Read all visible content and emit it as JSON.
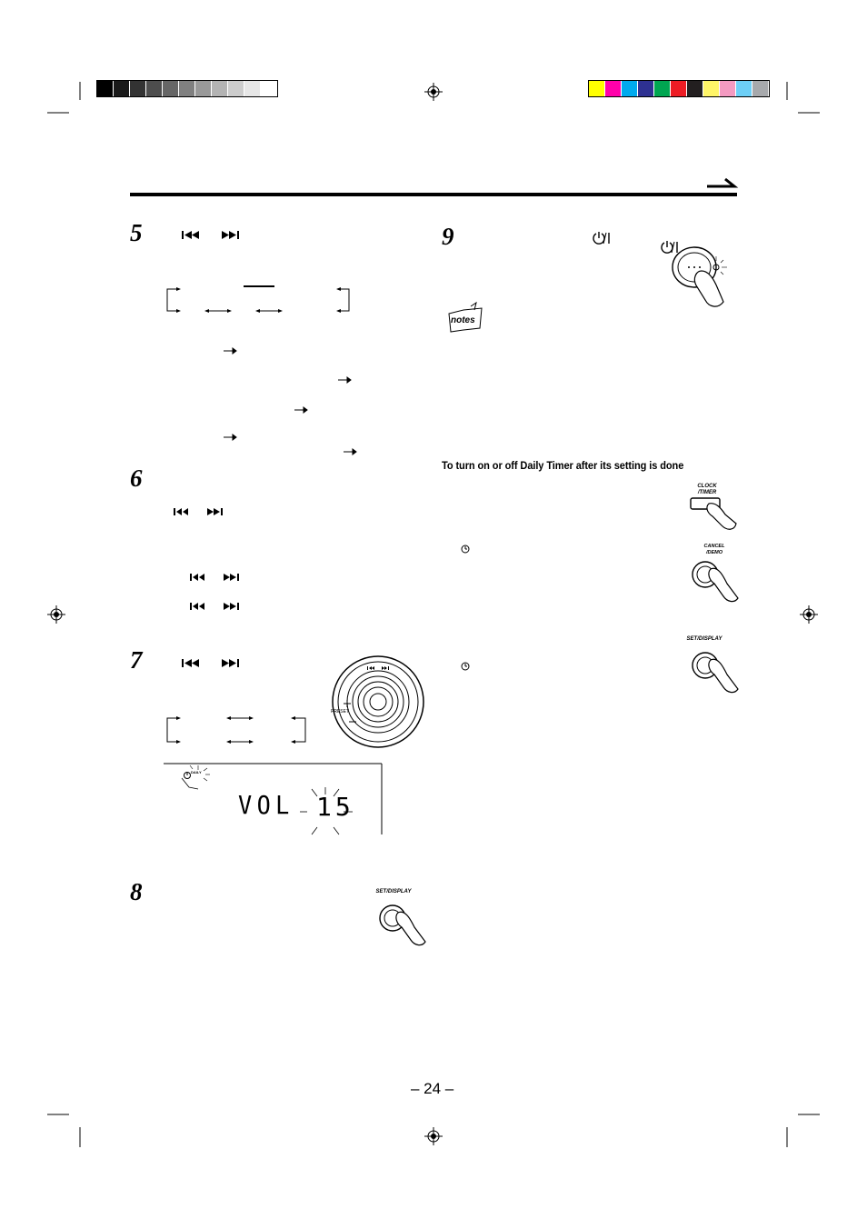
{
  "colors": {
    "gray_bar": [
      "#000000",
      "#1a1a1a",
      "#333333",
      "#4d4d4d",
      "#666666",
      "#808080",
      "#999999",
      "#b3b3b3",
      "#cccccc",
      "#e6e6e6",
      "#ffffff"
    ],
    "color_bar": [
      "#ffff00",
      "#ff00aa",
      "#00aaee",
      "#2e3192",
      "#00a651",
      "#ed1c24",
      "#231f20",
      "#fff568",
      "#f49ac1",
      "#6dcff6",
      "#a7a9ac"
    ]
  },
  "steps": {
    "step5": "5",
    "step6": "6",
    "step7": "7",
    "step8": "8",
    "step9": "9"
  },
  "heading_daily_timer": "To turn on or off Daily Timer after its setting is done",
  "buttons": {
    "clock_timer": "CLOCK\n/TIMER",
    "cancel_demo": "CANCEL\n/DEMO",
    "set_display_1": "SET/DISPLAY",
    "set_display_2": "SET/DISPLAY",
    "preset": "PRESET",
    "daily": "DAILY"
  },
  "display": {
    "vol_text": "VOL",
    "vol_value": "15"
  },
  "notes_label": "notes",
  "page_number": "– 24 –"
}
